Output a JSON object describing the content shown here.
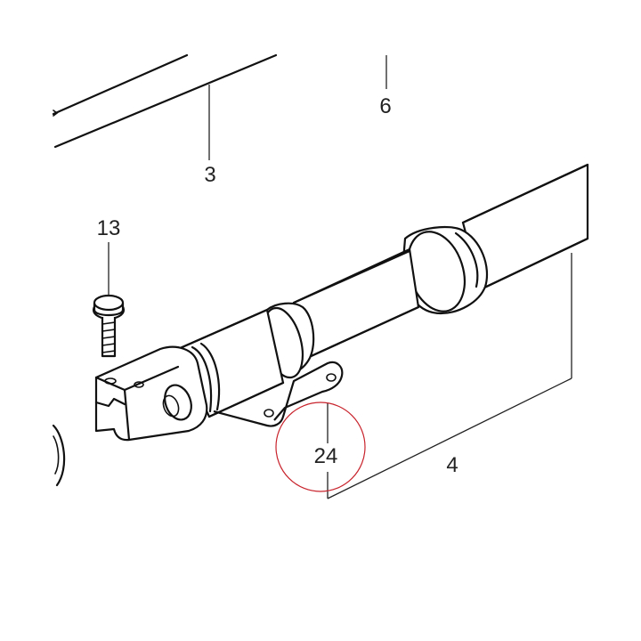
{
  "callouts": {
    "c3": "3",
    "c6": "6",
    "c13": "13",
    "c24": "24",
    "c4": "4"
  },
  "highlight_color": "#c8232c"
}
